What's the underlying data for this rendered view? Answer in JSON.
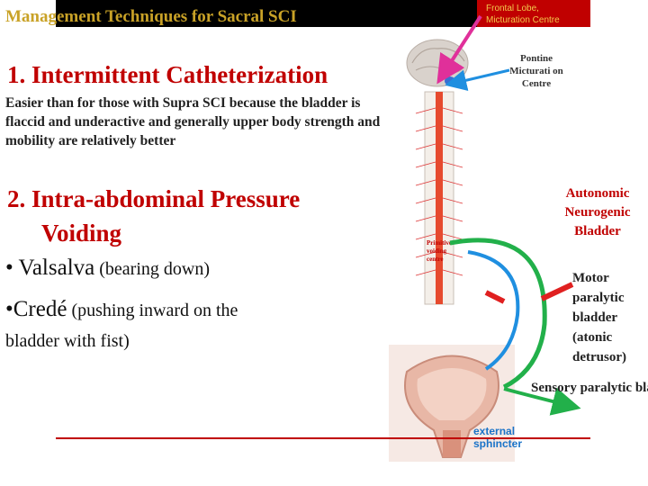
{
  "slide": {
    "title": "Management Techniques for Sacral SCI",
    "frontal_label": "Frontal Lobe, Micturation Centre",
    "heading1": "1.  Intermittent Catheterization",
    "body1": "Easier than for those with Supra SCI because the bladder is flaccid and underactive and generally upper body strength and mobility are relatively better",
    "heading2_line1": "2.  Intra-abdominal Pressure",
    "heading2_line2": "Voiding",
    "bullet1_main": "• Valsalva",
    "bullet1_small": " (bearing down)",
    "bullet2_main": "•Credé",
    "bullet2_small": " (pushing inward on the",
    "bullet2_cont": "bladder with fist)",
    "pontine_label": "Pontine Micturati on Centre",
    "autonomic_label": "Autonomic Neurogenic Bladder",
    "motor_label": "Motor paralytic bladder (atonic detrusor)",
    "sensory_label": "Sensory paralytic bladder",
    "voiding_centre_label": "Primitive voiding centre",
    "external_sphincter_label": "external sphincter"
  },
  "colors": {
    "title_gold": "#c9a227",
    "heading_red": "#c00000",
    "arrow_green": "#22b04a",
    "arrow_blue": "#1f8fe0",
    "arrow_magenta": "#e0309a"
  }
}
